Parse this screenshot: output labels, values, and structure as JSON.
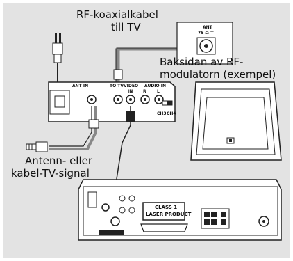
{
  "labels": {
    "rf_cable_1": "RF-koaxialkabel",
    "rf_cable_2": "till TV",
    "back_1": "Baksidan av RF-",
    "back_2": "modulatorn (exempel)",
    "antenna_1": "Antenn- eller",
    "antenna_2": "kabel-TV-signal"
  },
  "modulator": {
    "ant_in": "ANT IN",
    "to_tv": "TO TV",
    "video": "VIDEO",
    "video_in": "IN",
    "audio_in": "AUDIO IN",
    "r": "R",
    "l": "L",
    "ch3": "CH3",
    "ch4": "CH4"
  },
  "tv_plate": {
    "ant": "ANT",
    "ohm": "75 Ω ⊤"
  },
  "player": {
    "class1_1": "CLASS 1",
    "class1_2": "LASER PRODUCT"
  },
  "colors": {
    "panel_bg": "#e3e3e3",
    "line": "#222222",
    "cable": "#888888"
  }
}
